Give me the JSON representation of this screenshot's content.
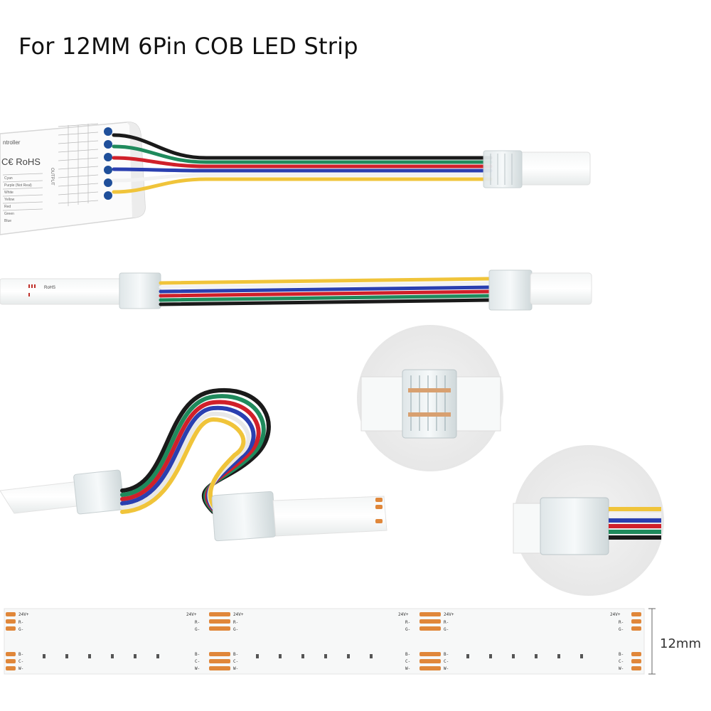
{
  "title": "For 12MM 6Pin COB LED Strip",
  "controller": {
    "label_top": "ntroller",
    "ce_rohs": "C€ RoHS",
    "output_label": "OUTPUT",
    "mode_list": [
      "Cyan",
      "Purple (Not Real)",
      "White",
      "Yellow",
      "Red",
      "Green",
      "Blue"
    ]
  },
  "strip_text": {
    "v24": "24V+",
    "r": "R-",
    "g": "G-",
    "b": "B-",
    "c": "C-",
    "w": "W-",
    "rohs": "RoHS"
  },
  "dimension": "12mm",
  "wire_colors": {
    "black": "#1a1a1a",
    "green": "#1f8a5c",
    "red": "#d0202a",
    "blue": "#2a3fb0",
    "white": "#f2f2f2",
    "yellow": "#f0c43a"
  }
}
